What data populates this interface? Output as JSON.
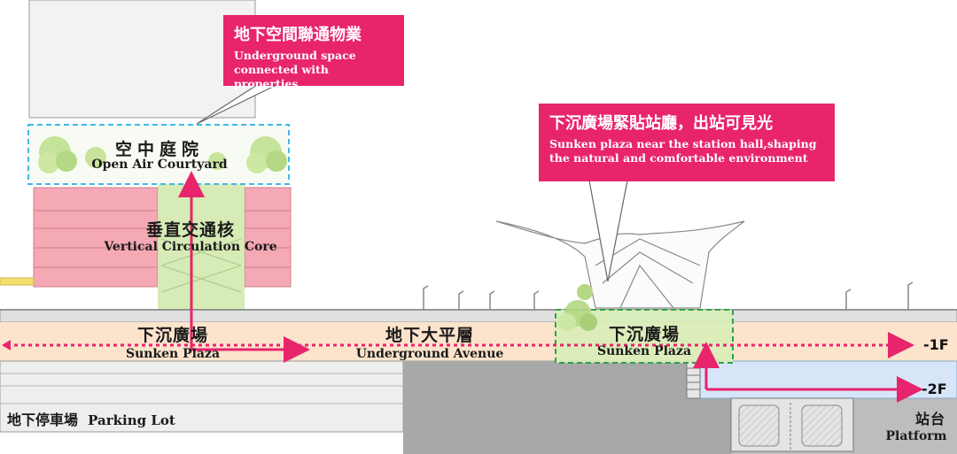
{
  "callouts": {
    "underground_space": {
      "title": "地下空間聯通物業",
      "subtitle_line1": "Underground space",
      "subtitle_line2": "connected with properties"
    },
    "sunken_plaza_station": {
      "title": "下沉廣場緊貼站廳，出站可見光",
      "subtitle_line1": "Sunken plaza near the station hall,shaping",
      "subtitle_line2": "the natural and comfortable environment"
    }
  },
  "labels": {
    "courtyard_zh": "空中庭院",
    "courtyard_en": "Open Air Courtyard",
    "core_zh": "垂直交通核",
    "core_en": "Vertical Circulation Core",
    "sunken_left_zh": "下沉廣場",
    "sunken_left_en": "Sunken Plaza",
    "avenue_zh": "地下大平層",
    "avenue_en": "Underground Avenue",
    "sunken_right_zh": "下沉廣場",
    "sunken_right_en": "Sunken Plaza",
    "parking_zh": "地下停車場",
    "parking_en": "Parking Lot",
    "platform_zh": "站台",
    "platform_en": "Platform"
  },
  "levels": {
    "b1": "-1F",
    "b2": "-2F"
  },
  "colors": {
    "accent_pink": "#e8246c",
    "courtyard_box": "#41b8e8",
    "plaza_box": "#2fa24a",
    "avenue_band": "#fbe3cc",
    "retail_pink": "#f5a9b4",
    "core_green": "#cfe8a8",
    "platform_blue": "#d6e6f8"
  }
}
